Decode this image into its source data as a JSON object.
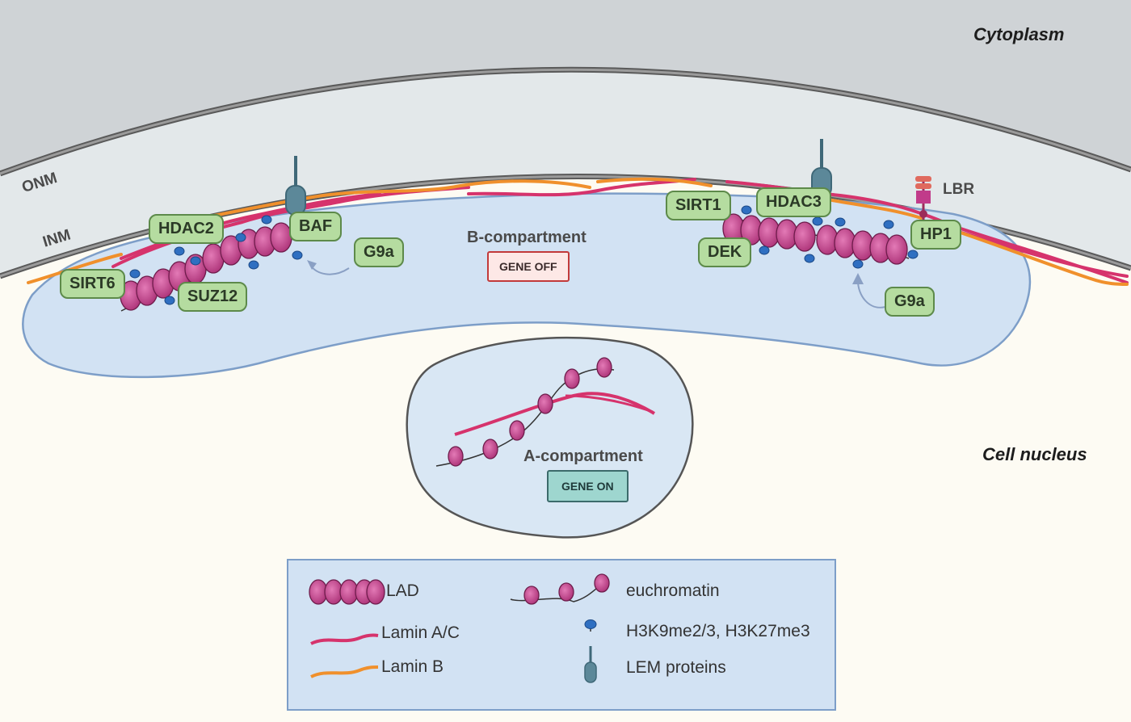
{
  "regions": {
    "cytoplasm": "Cytoplasm",
    "nucleus": "Cell nucleus",
    "onm": "ONM",
    "inm": "INM",
    "lbr": "LBR"
  },
  "proteins": {
    "hdac2": "HDAC2",
    "baf": "BAF",
    "sirt6": "SIRT6",
    "suz12": "SUZ12",
    "g9a_left": "G9a",
    "sirt1": "SIRT1",
    "hdac3": "HDAC3",
    "dek": "DEK",
    "hp1": "HP1",
    "g9a_right": "G9a"
  },
  "compartments": {
    "b": {
      "title": "B-compartment",
      "status": "GENE OFF"
    },
    "a": {
      "title": "A-compartment",
      "status": "GENE ON"
    }
  },
  "legend": {
    "lad": "LAD",
    "euchromatin": "euchromatin",
    "lamin_ac": "Lamin A/C",
    "marks": "H3K9me2/3, H3K27me3",
    "lamin_b": "Lamin B",
    "lem": "LEM proteins"
  },
  "colors": {
    "lamin_ac": "#d6336c",
    "lamin_b": "#f0902c",
    "nucleosome": "#c8458a",
    "methyl_mark": "#2f6fc1",
    "protein_fill": "#b5dca0",
    "lem_protein": "#5c8899"
  }
}
